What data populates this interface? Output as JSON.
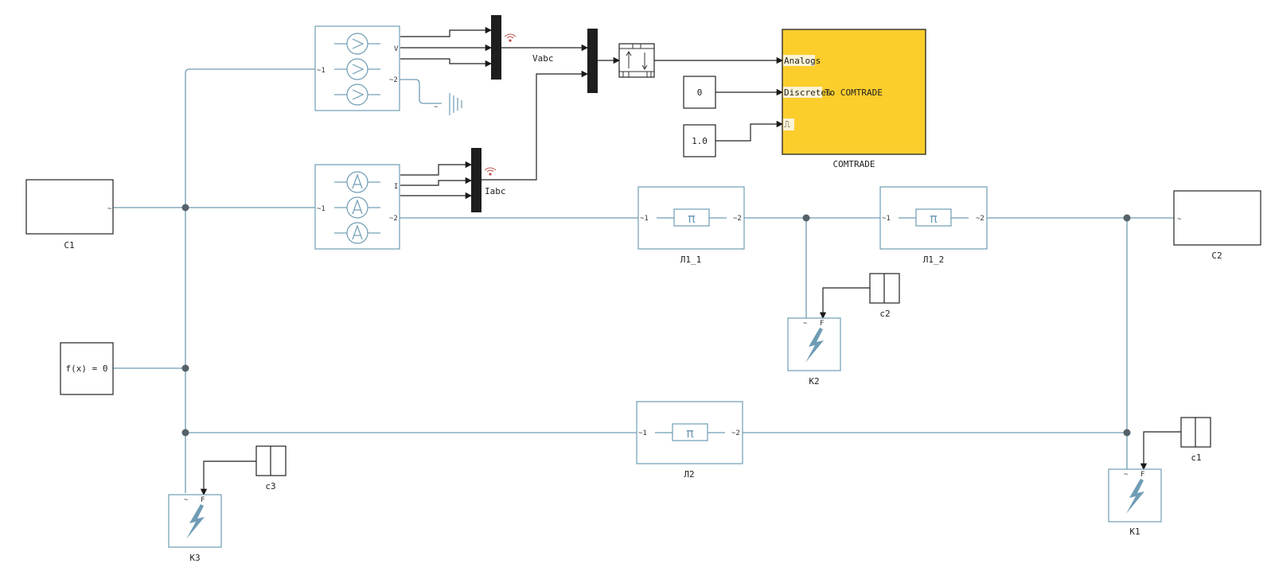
{
  "blocks": {
    "source_c1": {
      "label": "C1",
      "port": "~"
    },
    "source_c2": {
      "label": "C2",
      "port": "~"
    },
    "solver": {
      "text": "f(x) = 0"
    },
    "voltage_meas": {
      "port_in": "~1",
      "port_out": "~2",
      "signal": "V"
    },
    "current_meas": {
      "port_in": "~1",
      "port_out": "~2",
      "signal": "I"
    },
    "line_l1_1": {
      "label": "Л1_1",
      "port_in": "~1",
      "port_out": "~2",
      "symbol": "π"
    },
    "line_l1_2": {
      "label": "Л1_2",
      "port_in": "~1",
      "port_out": "~2",
      "symbol": "π"
    },
    "line_l2": {
      "label": "Л2",
      "port_in": "~1",
      "port_out": "~2",
      "symbol": "π"
    },
    "fault_k1": {
      "label": "K1",
      "port_a": "~",
      "port_b": "F"
    },
    "fault_k2": {
      "label": "K2",
      "port_a": "~",
      "port_b": "F"
    },
    "fault_k3": {
      "label": "K3",
      "port_a": "~",
      "port_b": "F"
    },
    "step_c1": {
      "label": "c1"
    },
    "step_c2": {
      "label": "c2"
    },
    "step_c3": {
      "label": "c3"
    },
    "const_zero": {
      "value": "0"
    },
    "const_one": {
      "value": "1.0"
    },
    "comtrade": {
      "label": "COMTRADE",
      "port_analogs": "Analogs",
      "port_discretes": "Discretes",
      "title": "To COMTRADE",
      "port_trigger": "⎍"
    },
    "ground": {
      "port": "~"
    }
  },
  "signals": {
    "vabc": "Vabc",
    "iabc": "Iabc"
  },
  "colors": {
    "physical_wire": "#6f9cb4",
    "signal_wire": "#222222",
    "comtrade_fill": "#fcce2c",
    "comtrade_port_bg": "#fbf3d6",
    "node": "#55616b"
  },
  "icons": {
    "voltmeter": "voltmeter-icon",
    "ammeter": "ammeter-icon",
    "lightning": "lightning-icon",
    "ground": "ground-icon",
    "wireless": "wireless-icon",
    "rate_transition": "rate-transition-icon"
  }
}
